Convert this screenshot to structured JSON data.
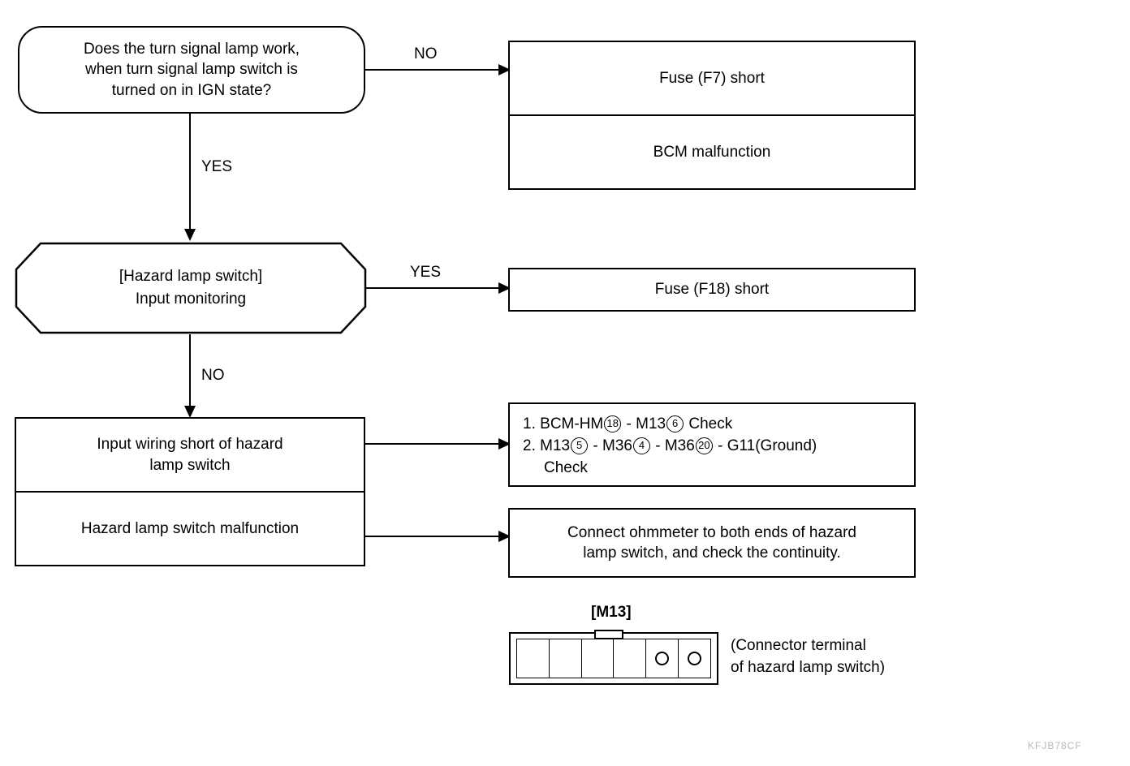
{
  "diagram": {
    "title": "Hazard / turn signal lamp troubleshooting flow chart",
    "watermark": "KFJB78CF"
  },
  "nodes": {
    "question": {
      "line1": "Does the turn signal lamp work,",
      "line2": "when turn signal lamp switch is",
      "line3": "turned on in IGN state?"
    },
    "monitoring": {
      "line1": "[Hazard lamp switch]",
      "line2": "Input monitoring"
    },
    "causes_ign": {
      "row1": "Fuse (F7) short",
      "row2": "BCM malfunction"
    },
    "cause_hazard": {
      "row1": "Fuse (F18) short"
    },
    "faults": {
      "row1_line1": "Input wiring short of hazard",
      "row1_line2": "lamp switch",
      "row2": "Hazard lamp switch malfunction"
    },
    "check_wiring": {
      "item1": {
        "num": "1.",
        "pre": "BCM-HM",
        "circ1": "18",
        "mid1": "- M13",
        "circ2": "6",
        "post": "Check"
      },
      "item2": {
        "num": "2.",
        "pre": "M13",
        "circ1": "5",
        "mid1": "- M36",
        "circ2": "4",
        "mid2": "- M36",
        "circ3": "20",
        "post": "- G11(Ground)",
        "cont": "Check"
      }
    },
    "check_ohm": {
      "line1": "Connect ohmmeter to both ends of hazard",
      "line2": "lamp switch, and check the continuity."
    }
  },
  "edges": {
    "q_no": "NO",
    "q_yes": "YES",
    "mon_yes": "YES",
    "mon_no": "NO"
  },
  "connector": {
    "title": "[M13]",
    "caption_line1": "(Connector terminal",
    "caption_line2": "of hazard lamp switch)",
    "cells": [
      "",
      "",
      "",
      "",
      "dot",
      "dot"
    ]
  }
}
